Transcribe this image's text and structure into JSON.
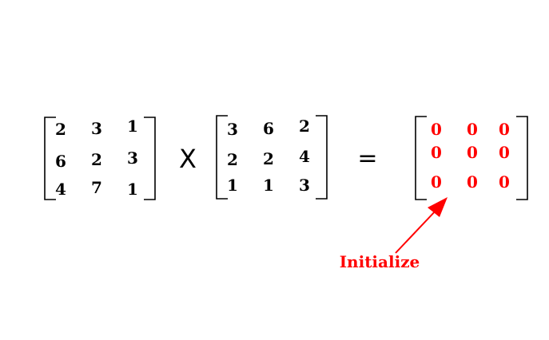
{
  "diagram": {
    "matrix_a": [
      [
        "2",
        "3",
        "1"
      ],
      [
        "6",
        "2",
        "3"
      ],
      [
        "4",
        "7",
        "1"
      ]
    ],
    "matrix_b": [
      [
        "3",
        "6",
        "2"
      ],
      [
        "2",
        "2",
        "4"
      ],
      [
        "1",
        "1",
        "3"
      ]
    ],
    "matrix_result": [
      [
        "0",
        "0",
        "0"
      ],
      [
        "0",
        "0",
        "0"
      ],
      [
        "0",
        "0",
        "0"
      ]
    ],
    "multiply_symbol": "X",
    "equals_symbol": "=",
    "annotation_label": "Initialize",
    "colors": {
      "ink": "#000000",
      "highlight": "#ff0000"
    }
  }
}
